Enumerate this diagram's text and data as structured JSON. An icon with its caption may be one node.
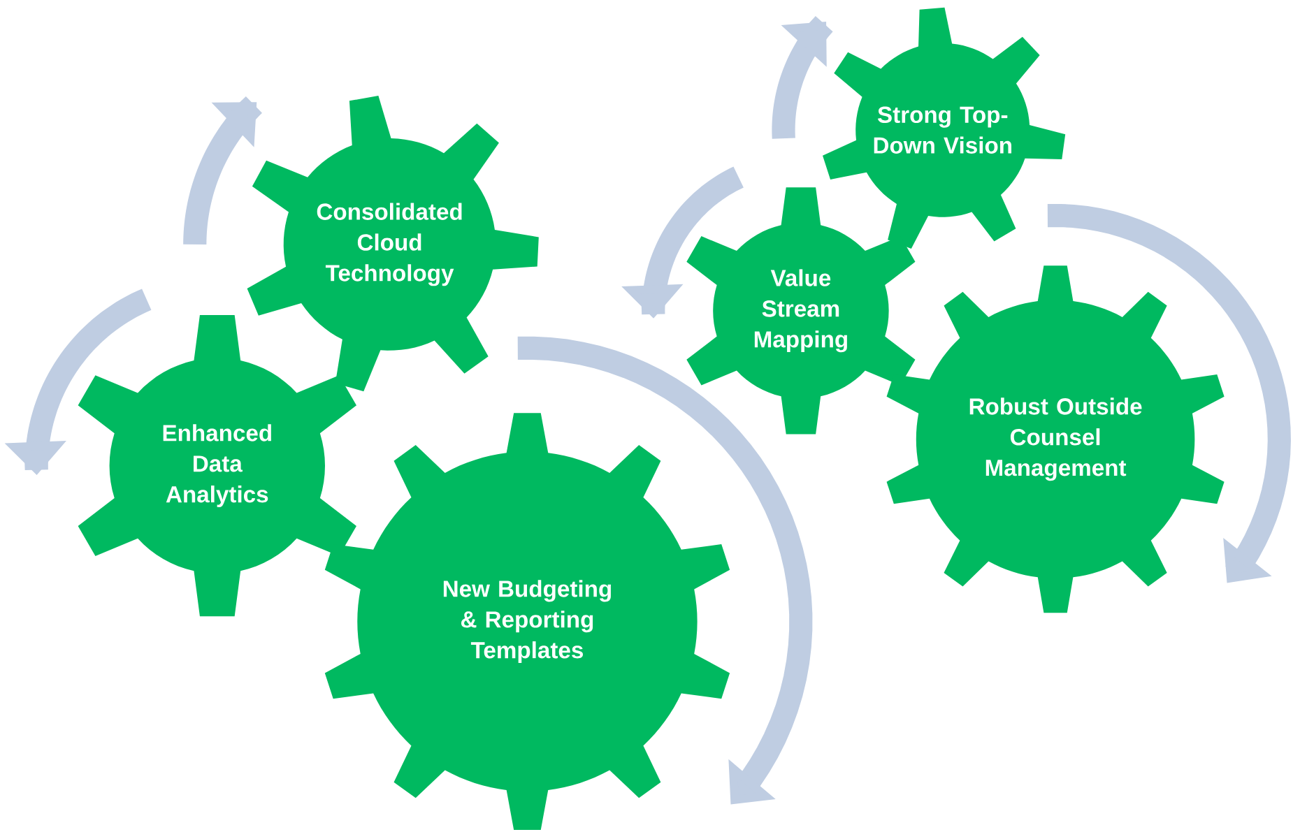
{
  "diagram": {
    "nodes": [
      {
        "text": [
          "Consolidated Cloud Technology"
        ]
      },
      {
        "text": [
          "Enhanced Data Analytics"
        ]
      },
      {
        "text": [
          "New Budgeting & Reporting Templates"
        ]
      },
      {
        "text": [
          "Strong Top-Down Vision"
        ]
      },
      {
        "text": [
          "Value Stream Mapping"
        ]
      },
      {
        "text": [
          "Robust Outside Counsel Management"
        ]
      }
    ]
  }
}
